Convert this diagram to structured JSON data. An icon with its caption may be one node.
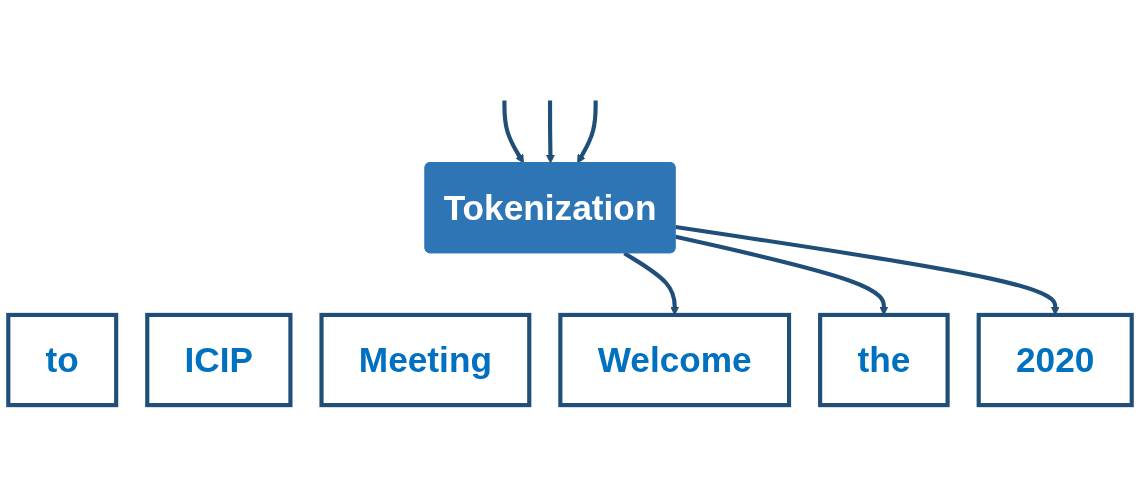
{
  "diagram": {
    "nodes": [
      {
        "text": [
          "Tokenization"
        ]
      },
      {
        "text": [
          "Welcome"
        ]
      },
      {
        "text": [
          "to"
        ]
      },
      {
        "text": [
          "the"
        ]
      },
      {
        "text": [
          "ICIP"
        ]
      },
      {
        "text": [
          "2020"
        ]
      },
      {
        "text": [
          "Meeting"
        ]
      }
    ],
    "edges": [
      {
        "from": null,
        "to": 0,
        "arrow": "to"
      },
      {
        "from": null,
        "to": 0,
        "arrow": "to"
      },
      {
        "from": null,
        "to": 0,
        "arrow": "to"
      },
      {
        "from": 0,
        "to": 1,
        "arrow": "to"
      },
      {
        "from": 0,
        "to": 3,
        "arrow": "to"
      },
      {
        "from": 0,
        "to": 5,
        "arrow": "to"
      }
    ]
  }
}
